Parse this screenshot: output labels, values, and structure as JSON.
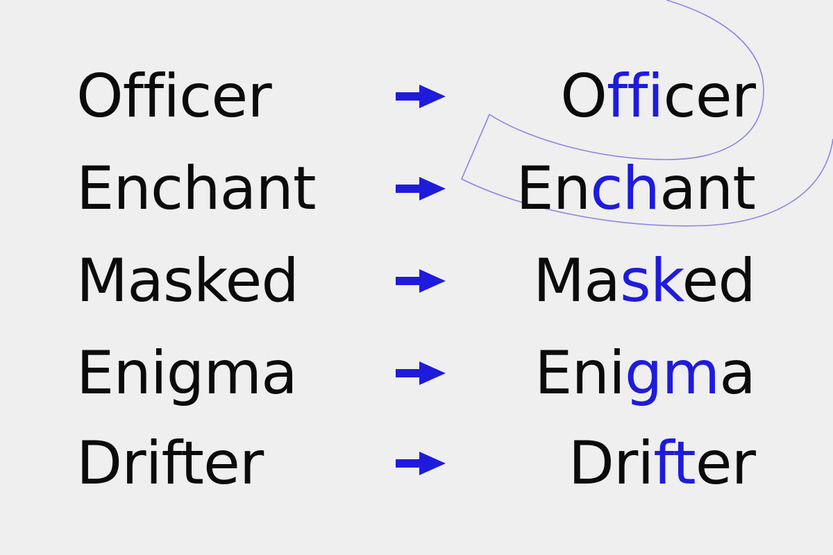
{
  "colors": {
    "background": "#efefef",
    "text": "#0b0b0b",
    "accent": "#1f1bdc",
    "swirl": "#8a84e6"
  },
  "icons": {
    "arrow": "right-arrow-icon"
  },
  "rows": [
    {
      "left": "Officer",
      "right_pre": "O",
      "right_lig": "ffi",
      "right_post": "cer"
    },
    {
      "left": "Enchant",
      "right_pre": "En",
      "right_lig": "ch",
      "right_post": "ant"
    },
    {
      "left": "Masked",
      "right_pre": "Ma",
      "right_lig": "sk",
      "right_post": "ed"
    },
    {
      "left": "Enigma",
      "right_pre": "Eni",
      "right_lig": "gm",
      "right_post": "a"
    },
    {
      "left": "Drifter",
      "right_pre": "Dri",
      "right_lig": "ft",
      "right_post": "er"
    }
  ]
}
